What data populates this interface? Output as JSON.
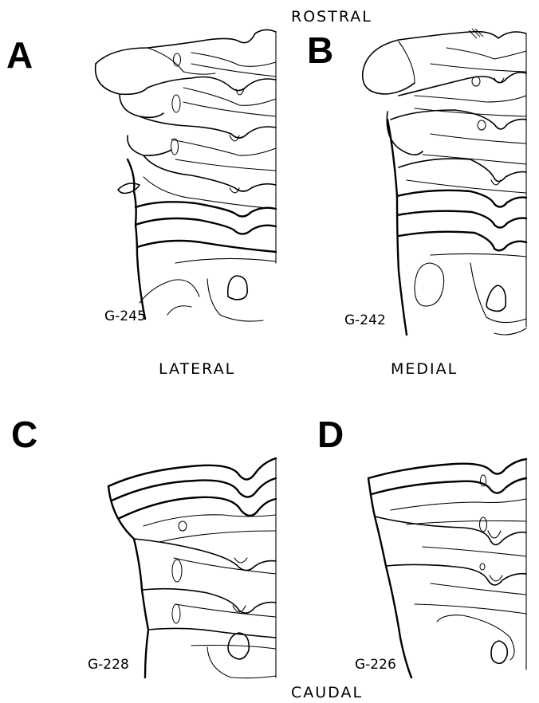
{
  "panels": {
    "A": {
      "letter": "A",
      "case": "G-245"
    },
    "B": {
      "letter": "B",
      "case": "G-242"
    },
    "C": {
      "letter": "C",
      "case": "G-228"
    },
    "D": {
      "letter": "D",
      "case": "G-226"
    }
  },
  "directions": {
    "rostral": "ROSTRAL",
    "caudal": "CAUDAL",
    "lateral": "LATERAL",
    "medial": "MEDIAL"
  }
}
